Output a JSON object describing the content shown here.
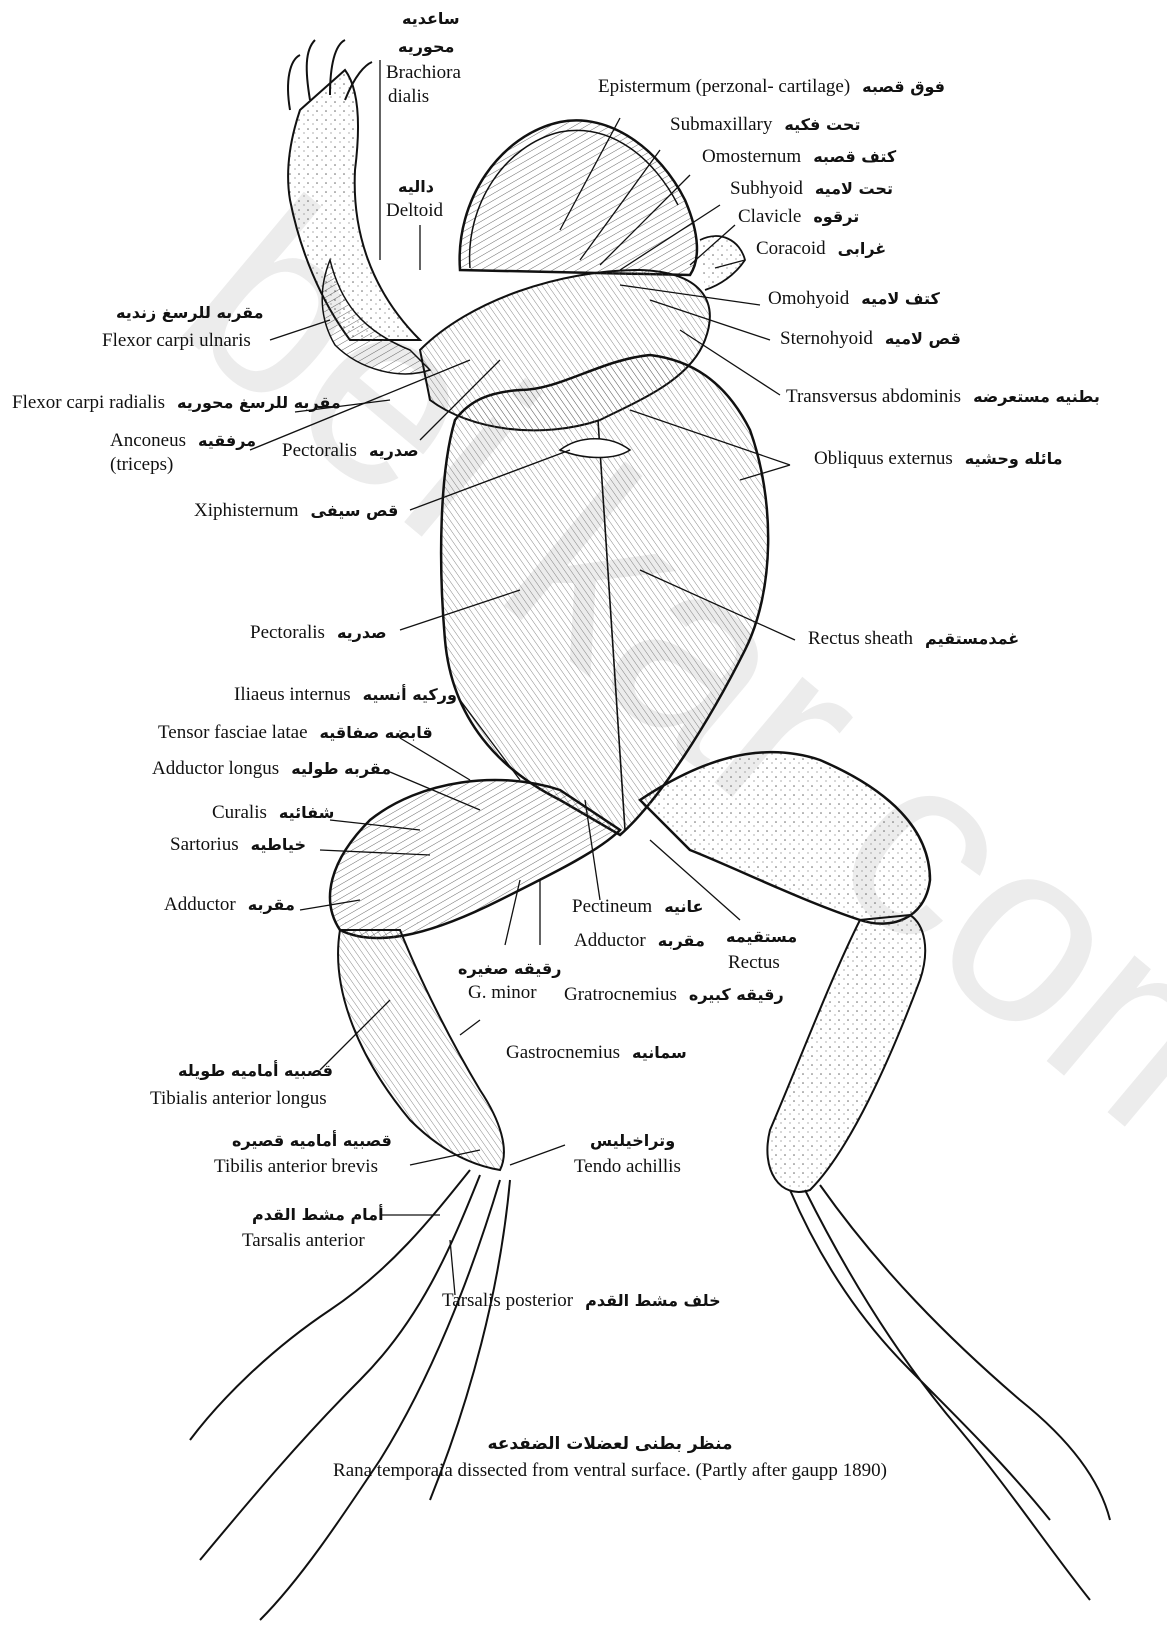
{
  "labels": {
    "brachioradialis_ar": "ساعديه",
    "brachioradialis_ar2": "محوريه",
    "brachioradialis_en1": "Brachiora",
    "brachioradialis_en2": "dialis",
    "deltoid_ar": "داليه",
    "deltoid_en": "Deltoid",
    "episternum_en": "Epistermum (perzonal- cartilage)",
    "episternum_ar": "فوق قصبه",
    "submaxillary_en": "Submaxillary",
    "submaxillary_ar": "تحت فكيه",
    "omosternum_en": "Omosternum",
    "omosternum_ar": "كتف قصبه",
    "subhyoid_en": "Subhyoid",
    "subhyoid_ar": "تحت لاميه",
    "clavicle_en": "Clavicle",
    "clavicle_ar": "ترقوه",
    "coracoid_en": "Coracoid",
    "coracoid_ar": "غرابى",
    "omohyoid_en": "Omohyoid",
    "omohyoid_ar": "كتف لاميه",
    "sternohyoid_en": "Sternohyoid",
    "sternohyoid_ar": "قص لاميه",
    "flexor_ulnaris_ar": "مقربه للرسغ زنديه",
    "flexor_ulnaris_en": "Flexor carpi ulnaris",
    "transversus_en": "Transversus abdominis",
    "transversus_ar": "بطنيه مستعرضه",
    "flexor_radialis_en": "Flexor carpi radialis",
    "flexor_radialis_ar": "مقربه للرسغ محوريه",
    "anconeus_en": "Anconeus",
    "anconeus_ar": "مرفقيه",
    "anconeus_en2": "(triceps)",
    "pectoralis1_en": "Pectoralis",
    "pectoralis1_ar": "صدريه",
    "obliquus_en": "Obliquus externus",
    "obliquus_ar": "مائله وحشيه",
    "xiphisternum_en": "Xiphisternum",
    "xiphisternum_ar": "قص سيفى",
    "pectoralis2_en": "Pectoralis",
    "pectoralis2_ar": "صدريه",
    "rectus_sheath_en": "Rectus sheath",
    "rectus_sheath_ar": "غمدمستقيم",
    "iliaeus_en": "Iliaeus internus",
    "iliaeus_ar": "وركيه أنسيه",
    "tensor_en": "Tensor fasciae latae",
    "tensor_ar": "قابضه صفاقيه",
    "adductor_longus_en": "Adductor longus",
    "adductor_longus_ar": "مقربه طوليه",
    "curalis_en": "Curalis",
    "curalis_ar": "شفائيه",
    "sartorius_en": "Sartorius",
    "sartorius_ar": "خياطيه",
    "adductor_en": "Adductor",
    "adductor_ar": "مقربه",
    "pectineum_en": "Pectineum",
    "pectineum_ar": "عانيه",
    "adductor2_en": "Adductor",
    "adductor2_ar": "مقربه",
    "rectus_ar": "مستقيمه",
    "rectus_en": "Rectus",
    "gminor_ar": "رقيقه صغيره",
    "gminor_en": "G. minor",
    "gratrocnemius_en": "Gratrocnemius",
    "gratrocnemius_ar": "رقيقه كبيره",
    "gastrocnemius_en": "Gastrocnemius",
    "gastrocnemius_ar": "سمانيه",
    "tib_longus_ar": "قصبيه أماميه طويله",
    "tib_longus_en": "Tibialis anterior longus",
    "tib_brevis_ar": "قصبيه أماميه قصيره",
    "tib_brevis_en": "Tibilis anterior brevis",
    "tendo_ar": "وتراخيليس",
    "tendo_en": "Tendo achillis",
    "tarsalis_ant_ar": "أمام مشط القدم",
    "tarsalis_ant_en": "Tarsalis anterior",
    "tarsalis_post_en": "Tarsalis posterior",
    "tarsalis_post_ar": "خلف مشط القدم"
  },
  "caption": {
    "arabic": "منظر بطنى لعضلات الضفدعه",
    "english": "Rana temporaia dissected from ventral surface. (Partly after gaupp 1890)"
  },
  "colors": {
    "ink": "#111111",
    "paper": "#ffffff",
    "watermark": "#ececec"
  }
}
